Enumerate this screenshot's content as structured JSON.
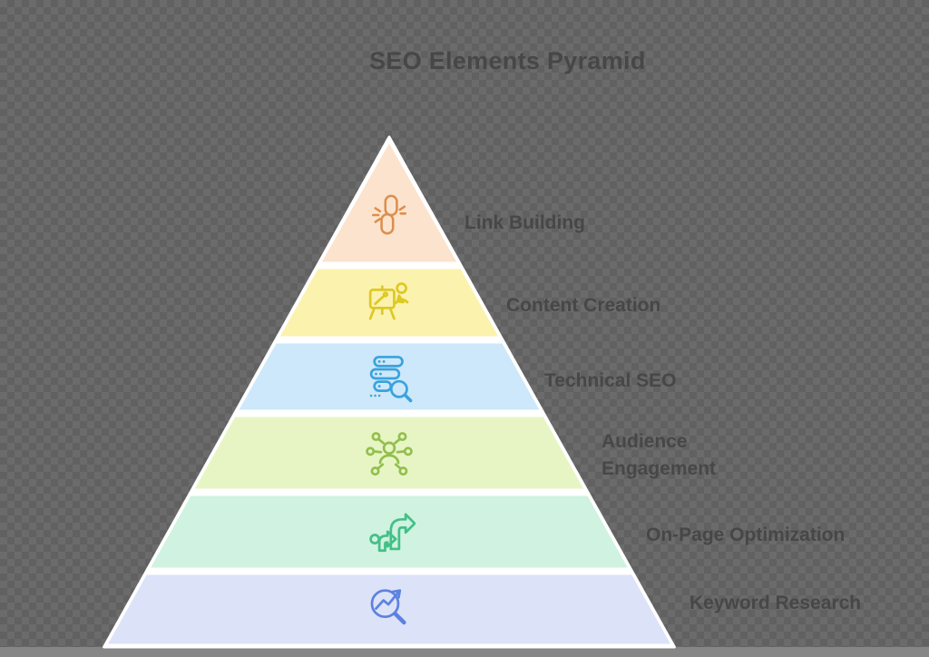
{
  "title": "SEO Elements Pyramid",
  "colors": {
    "background_checker_dark": "#616161",
    "background_checker_light": "#6b6b6b",
    "bottom_strip": "#868686",
    "pyramid_outline": "#ffffff",
    "text": "#474747"
  },
  "levels": [
    {
      "label": "Link Building",
      "band_color": "#fce3cd",
      "icon_color": "#dd8e4e",
      "icon": "broken-link-icon"
    },
    {
      "label": "Content Creation",
      "band_color": "#fbf2ae",
      "icon_color": "#ddc925",
      "icon": "easel-presenter-icon"
    },
    {
      "label": "Technical SEO",
      "band_color": "#cde8fa",
      "icon_color": "#3aa3dd",
      "icon": "server-search-icon"
    },
    {
      "label": "Audience Engagement",
      "band_color": "#e7f5c4",
      "icon_color": "#93bf4e",
      "icon": "person-network-icon"
    },
    {
      "label": "On-Page Optimization",
      "band_color": "#d0f2e0",
      "icon_color": "#43c088",
      "icon": "corner-arrows-icon"
    },
    {
      "label": "Keyword Research",
      "band_color": "#dce2f8",
      "icon_color": "#5c82e0",
      "icon": "search-trend-icon"
    }
  ]
}
